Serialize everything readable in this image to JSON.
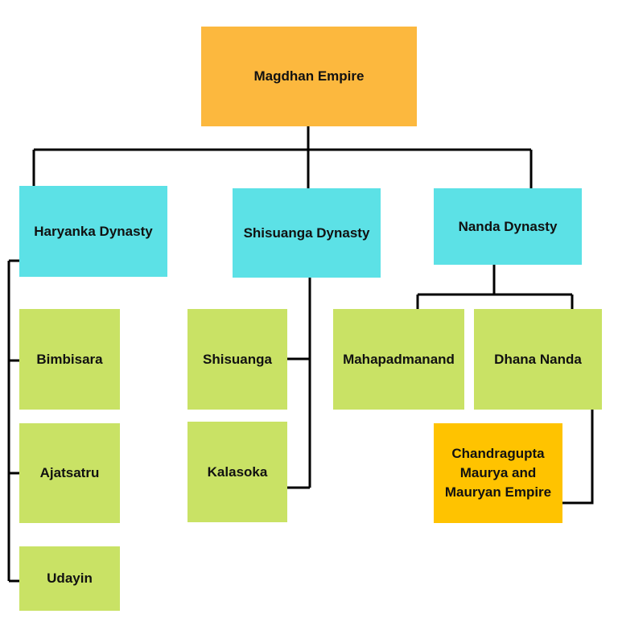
{
  "colors": {
    "root": "#FCB83E",
    "dynasty": "#5CE1E6",
    "king": "#C9E265",
    "successor": "#FFC300",
    "connector": "#000000"
  },
  "root": {
    "label": "Magdhan Empire"
  },
  "dynasties": {
    "haryanka": {
      "label": "Haryanka Dynasty",
      "rulers": [
        "Bimbisara",
        "Ajatsatru",
        "Udayin"
      ]
    },
    "shisuanga": {
      "label": "Shisuanga Dynasty",
      "rulers": [
        "Shisuanga",
        "Kalasoka"
      ]
    },
    "nanda": {
      "label": "Nanda Dynasty",
      "rulers": [
        "Mahapadmanand",
        "Dhana Nanda"
      ]
    }
  },
  "successor": {
    "label": "Chandragupta Maurya and Mauryan Empire"
  }
}
